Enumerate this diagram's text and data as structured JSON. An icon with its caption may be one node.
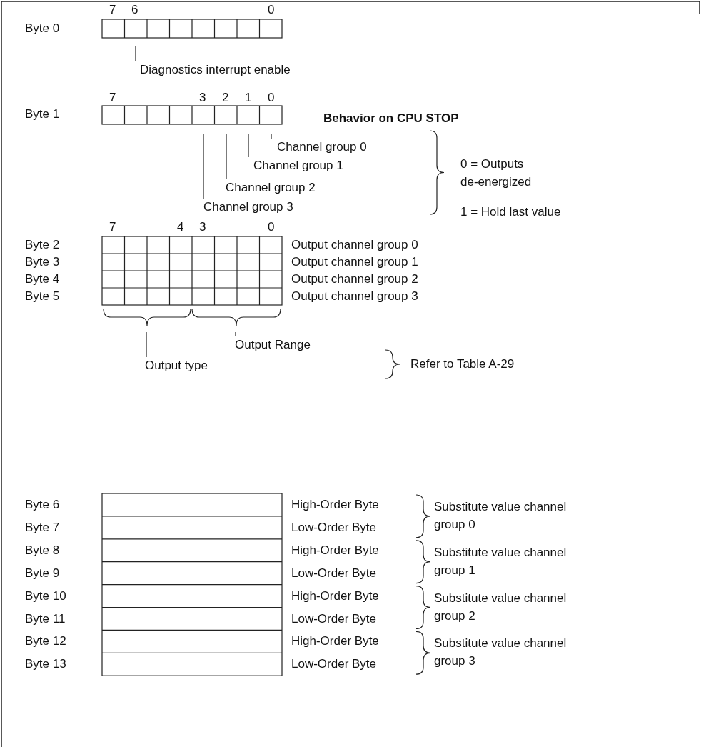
{
  "diagram": {
    "nodes": [
      {
        "text": [
          "Diagnostics interrupt enable"
        ]
      },
      {
        "text": [
          "Channel group 0"
        ]
      },
      {
        "text": [
          "Channel group 1"
        ]
      },
      {
        "text": [
          "Channel group 2"
        ]
      },
      {
        "text": [
          "Channel group 3"
        ]
      },
      {
        "text": [
          "Output Range"
        ]
      },
      {
        "text": [
          "Output type"
        ]
      }
    ],
    "edges": [
      {
        "from": 0,
        "to": null,
        "arrow": "none"
      },
      {
        "from": 1,
        "to": null,
        "arrow": "none"
      },
      {
        "from": 2,
        "to": null,
        "arrow": "none"
      },
      {
        "from": 3,
        "to": null,
        "arrow": "none"
      },
      {
        "from": 4,
        "to": null,
        "arrow": "none"
      },
      {
        "from": 5,
        "to": null,
        "arrow": "none"
      },
      {
        "from": 6,
        "to": null,
        "arrow": "none"
      }
    ],
    "labels": [
      "7",
      "6",
      "0",
      "Byte 0",
      "7",
      "3",
      "2",
      "1",
      "0",
      "Byte 1",
      "Behavior on CPU STOP",
      "0 = Outputs de-energized",
      "1 = Hold last value",
      "7",
      "4",
      "3",
      "0",
      "Byte 2",
      "Output channel group 0",
      "Byte 3",
      "Output channel group 1",
      "Byte 4",
      "Output channel group 2",
      "Byte 5",
      "Output channel group 3",
      "Refer to Table A-29",
      "Byte 6",
      "High-Order Byte",
      "Substitute value channel group 0",
      "Byte 7",
      "Low-Order Byte",
      "Byte 8",
      "High-Order Byte",
      "Substitute value channel group 1",
      "Byte 9",
      "Low-Order Byte",
      "Byte 10",
      "High-Order Byte",
      "Substitute value channel group 2",
      "Byte 11",
      "Low-Order Byte",
      "Byte 12",
      "High-Order Byte",
      "Substitute value channel group 3",
      "Byte 13",
      "Low-Order Byte"
    ]
  }
}
